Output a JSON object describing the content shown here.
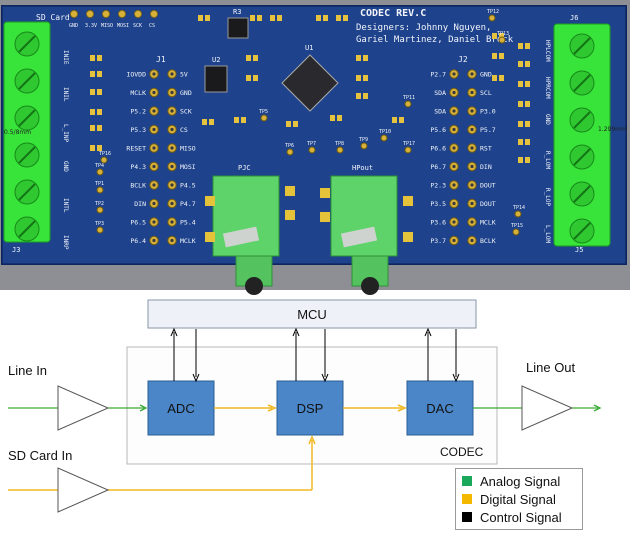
{
  "pcb": {
    "title": "CODEC REV.C",
    "designers_line1": "Designers: Johnny Nguyen,",
    "designers_line2": "Gariel Martinez, Daniel Brock",
    "top_header": "SD Card",
    "top_pins": [
      "GND",
      "3.3V",
      "MISO",
      "MOSI",
      "SCK",
      "CS"
    ],
    "ref_designators": {
      "J1": "J1",
      "J2": "J2",
      "J3": "J3",
      "J5": "J5",
      "J6": "J6",
      "U1": "U1",
      "U2": "U2",
      "R": "R3",
      "jack_left": "PJC",
      "jack_right": "HPout",
      "left_measure": "0.5/8mm",
      "right_measure": "1.299mm"
    },
    "j1_left": [
      "IOVDD",
      "MCLK",
      "P5.2",
      "P5.3",
      "RESET",
      "P4.3",
      "BCLK",
      "DIN",
      "P6.5",
      "P6.4"
    ],
    "j1_right": [
      "5V",
      "GND",
      "SCK",
      "CS",
      "MISO",
      "MOSI",
      "P4.5",
      "P4.7",
      "P5.4",
      "MCLK"
    ],
    "j2_left": [
      "P2.7",
      "SDA",
      "SDA",
      "P5.6",
      "P6.6",
      "P6.7",
      "P2.3",
      "P3.5",
      "P3.6",
      "P3.7"
    ],
    "j2_right": [
      "GND",
      "SCL",
      "P3.0",
      "P5.7",
      "RST",
      "DIN",
      "DOUT",
      "DOUT",
      "MCLK",
      "BCLK"
    ],
    "left_terminal_labels": [
      "INIE",
      "INIL",
      "L_INP",
      "GND",
      "INTL",
      "INRP"
    ],
    "right_terminal_labels": [
      "HPLCOM",
      "HPRCOM",
      "GND",
      "R_LOM",
      "R_LOP",
      "L_LOM"
    ],
    "testpoints": [
      "TP1",
      "TP2",
      "TP3",
      "TP4",
      "TP5",
      "TP6",
      "TP7",
      "TP8",
      "TP9",
      "TP10",
      "TP11",
      "TP12",
      "TP13",
      "TP14",
      "TP15",
      "TP16",
      "TP17"
    ]
  },
  "diagram": {
    "mcu": "MCU",
    "codec": "CODEC",
    "adc": "ADC",
    "dsp": "DSP",
    "dac": "DAC",
    "line_in": "Line In",
    "sd_card_in": "SD Card In",
    "line_out": "Line Out",
    "colors": {
      "analog": "#3aaa35",
      "digital": "#f2b820",
      "control": "#000000",
      "block": "#4a86c8",
      "block_border": "#2a5f96",
      "mcu_fill": "#eef2f8"
    }
  },
  "legend": [
    {
      "label": "Analog Signal",
      "color": "#1aa85a"
    },
    {
      "label": "Digital Signal",
      "color": "#f5b800"
    },
    {
      "label": "Control Signal",
      "color": "#000000"
    }
  ]
}
